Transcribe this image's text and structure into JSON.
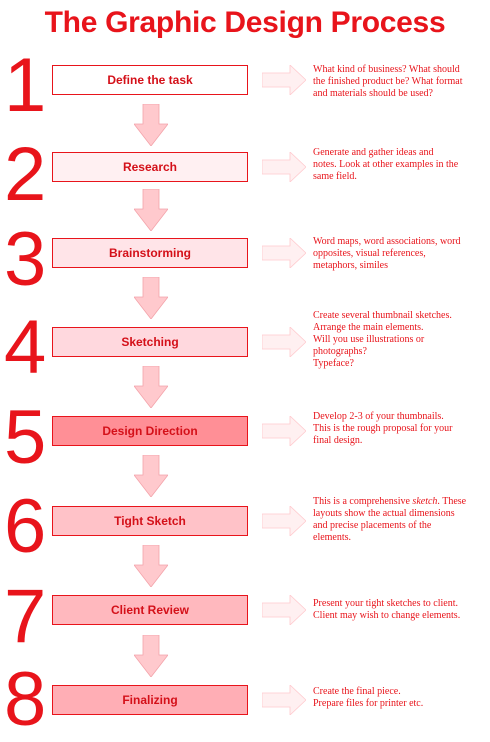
{
  "title": "The Graphic Design Process",
  "steps": [
    {
      "number": "1",
      "label": "Define the task",
      "fill": "#ffffff",
      "description": "What kind of business? What should\nthe finished product be? What format\nand materials should be used?"
    },
    {
      "number": "2",
      "label": "Research",
      "fill": "#fff0f2",
      "description": "Generate and gather ideas and\nnotes. Look at other examples in the\nsame field."
    },
    {
      "number": "3",
      "label": "Brainstorming",
      "fill": "#ffe4e8",
      "description": "Word maps, word associations, word\nopposites, visual references,\nmetaphors, similes"
    },
    {
      "number": "4",
      "label": "Sketching",
      "fill": "#ffd8de",
      "description": "Create several thumbnail sketches.\nArrange the main elements.\nWill you use illustrations or\nphotographs?\nTypeface?"
    },
    {
      "number": "5",
      "label": "Design Direction",
      "fill": "#ff8f96",
      "description": "Develop 2-3 of your thumbnails.\nThis is the rough proposal for your\nfinal design."
    },
    {
      "number": "6",
      "label": "Tight Sketch",
      "fill": "#ffc2c8",
      "description_pre": "This is a comprehensive ",
      "description_em": "sketch",
      "description_post": ". These\nlayouts show the actual dimensions\nand precise placements of the\nelements."
    },
    {
      "number": "7",
      "label": "Client Review",
      "fill": "#ffb8be",
      "description": "Present your tight sketches to client.\nClient may wish to change elements."
    },
    {
      "number": "8",
      "label": "Finalizing",
      "fill": "#ffaeb5",
      "description": "Create the final piece.\nPrepare files for printer etc."
    }
  ],
  "colors": {
    "accent": "#e8141b",
    "arrow_fill": "#ffc9cd",
    "arrow_fill_light": "#fff0f1"
  }
}
